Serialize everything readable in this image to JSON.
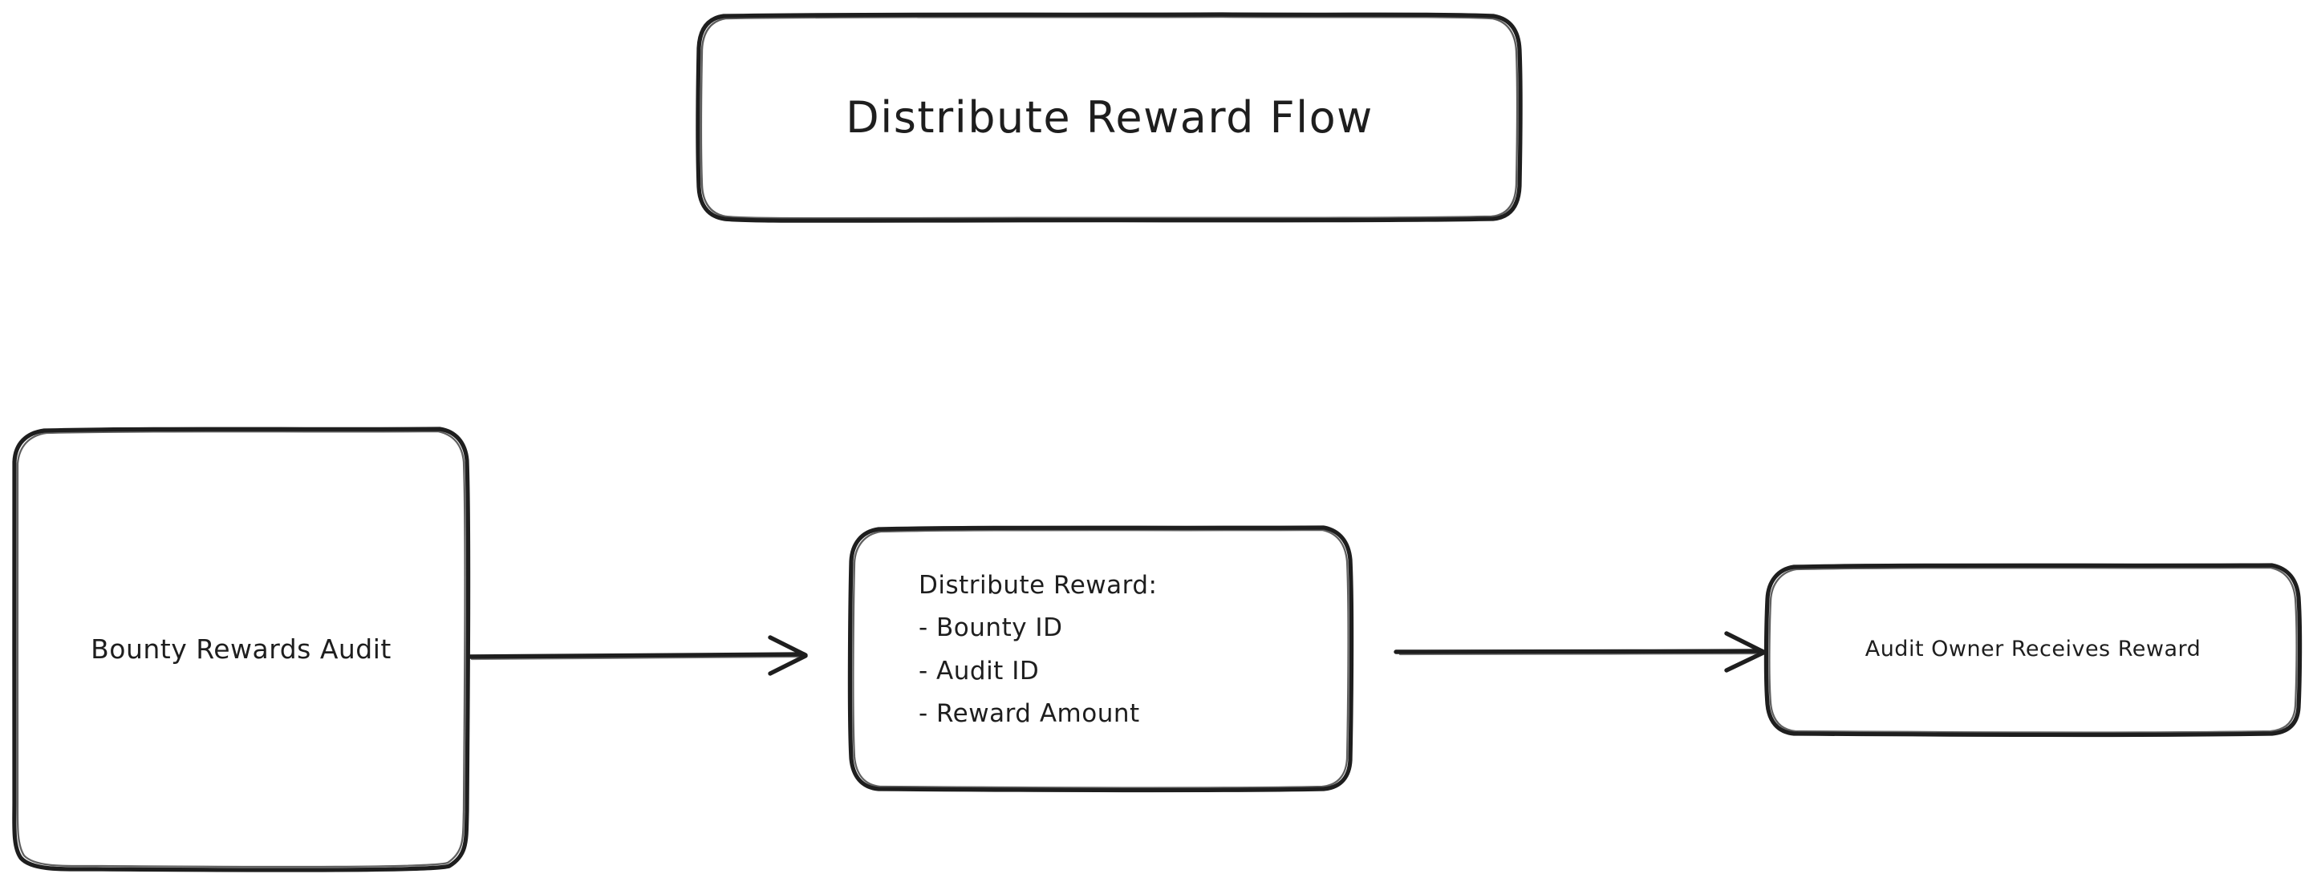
{
  "diagram": {
    "type": "flowchart",
    "direction": "left-to-right",
    "title": "Distribute Reward Flow",
    "background_color": "#ffffff",
    "stroke_color": "#1e1e1e",
    "style": "hand-drawn",
    "nodes": [
      {
        "id": "title",
        "shape": "rounded-rectangle",
        "label": "Distribute Reward Flow",
        "role": "diagram-title"
      },
      {
        "id": "bounty-rewards-audit",
        "shape": "rounded-rectangle",
        "label": "Bounty Rewards Audit",
        "role": "process"
      },
      {
        "id": "distribute-reward",
        "shape": "rounded-rectangle",
        "heading": "Distribute Reward:",
        "items": [
          "- Bounty ID",
          "- Audit ID",
          "- Reward Amount"
        ],
        "role": "process"
      },
      {
        "id": "audit-owner-receives-reward",
        "shape": "rounded-rectangle",
        "label": "Audit Owner Receives Reward",
        "role": "outcome"
      }
    ],
    "edges": [
      {
        "id": "edge-1",
        "from": "bounty-rewards-audit",
        "to": "distribute-reward",
        "label": "",
        "arrowhead": "open-v"
      },
      {
        "id": "edge-2",
        "from": "distribute-reward",
        "to": "audit-owner-receives-reward",
        "label": "",
        "arrowhead": "open-v"
      }
    ]
  }
}
